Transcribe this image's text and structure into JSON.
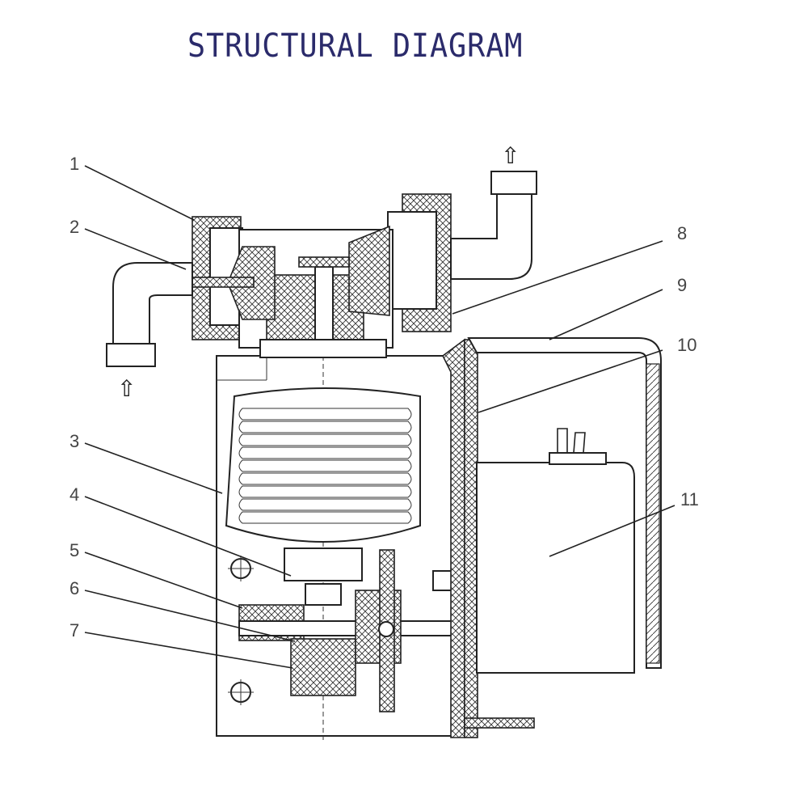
{
  "title": "STRUCTURAL DIAGRAM",
  "callouts": [
    {
      "id": "1",
      "label": "1"
    },
    {
      "id": "2",
      "label": "2"
    },
    {
      "id": "3",
      "label": "3"
    },
    {
      "id": "4",
      "label": "4"
    },
    {
      "id": "5",
      "label": "5"
    },
    {
      "id": "6",
      "label": "6"
    },
    {
      "id": "7",
      "label": "7"
    },
    {
      "id": "8",
      "label": "8"
    },
    {
      "id": "9",
      "label": "9"
    },
    {
      "id": "10",
      "label": "10"
    },
    {
      "id": "11",
      "label": "11"
    }
  ],
  "flow_arrows": [
    {
      "id": "outlet-arrow",
      "glyph": "⇧"
    },
    {
      "id": "inlet-arrow",
      "glyph": "⇧"
    }
  ]
}
